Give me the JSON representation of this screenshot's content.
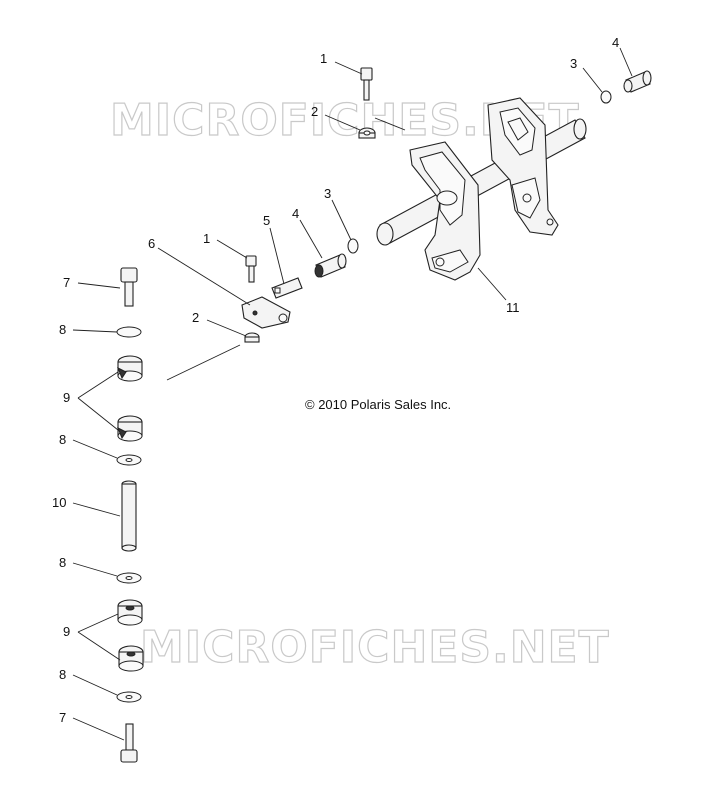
{
  "watermark": "MICROFICHES.NET",
  "copyright": "© 2010 Polaris Sales Inc.",
  "callouts": {
    "c1a": "1",
    "c2a": "2",
    "c3a": "3",
    "c4a": "4",
    "c1b": "1",
    "c5": "5",
    "c6": "6",
    "c2b": "2",
    "c3b": "3",
    "c4b": "4",
    "c11": "11",
    "c7a": "7",
    "c8a": "8",
    "c9a": "9",
    "c8b": "8",
    "c10": "10",
    "c8c": "8",
    "c9b": "9",
    "c8d": "8",
    "c7b": "7"
  }
}
